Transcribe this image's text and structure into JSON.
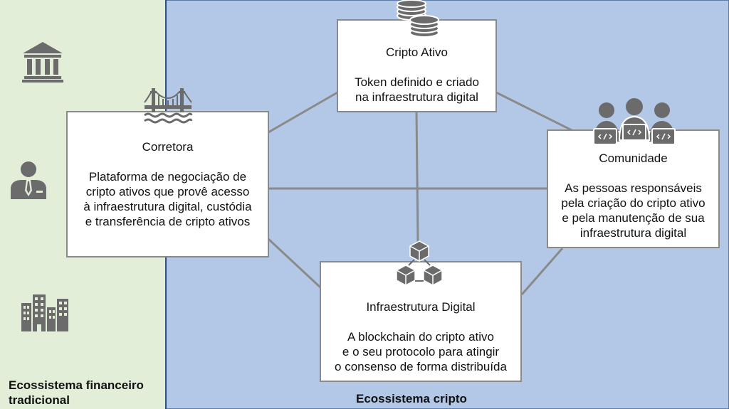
{
  "regions": {
    "traditional": {
      "label_line1": "Ecossistema financeiro",
      "label_line2": "tradicional"
    },
    "crypto": {
      "label": "Ecossistema cripto"
    }
  },
  "nodes": {
    "crypto_asset": {
      "title": "Cripto Ativo",
      "desc_lines": [
        "Token definido e criado",
        "na infraestrutura digital"
      ],
      "icon": "coins-icon"
    },
    "broker": {
      "title": "Corretora",
      "desc_lines": [
        "Plataforma de negociação de",
        "cripto ativos que provê acesso",
        "à infraestrutura digital, custódia",
        "e transferência de cripto ativos"
      ],
      "icon": "bridge-icon"
    },
    "community": {
      "title": "Comunidade",
      "desc_lines": [
        "As pessoas responsáveis",
        "pela criação do cripto ativo",
        "e pela manutenção de sua",
        "infraestrutura digital"
      ],
      "icon": "developers-group-icon"
    },
    "infrastructure": {
      "title": "Infraestrutura Digital",
      "desc_lines": [
        "A blockchain do cripto ativo",
        "e o seu protocolo para atingir",
        "o consenso de forma distribuída"
      ],
      "icon": "blockchain-blocks-icon"
    }
  },
  "traditional_icons": [
    "bank-icon",
    "businessman-icon",
    "city-buildings-icon"
  ],
  "colors": {
    "traditional_bg": "#e2eed8",
    "crypto_bg": "#b3c7e7",
    "connector": "#8a8a8a",
    "icon_gray": "#6b6b6b"
  }
}
